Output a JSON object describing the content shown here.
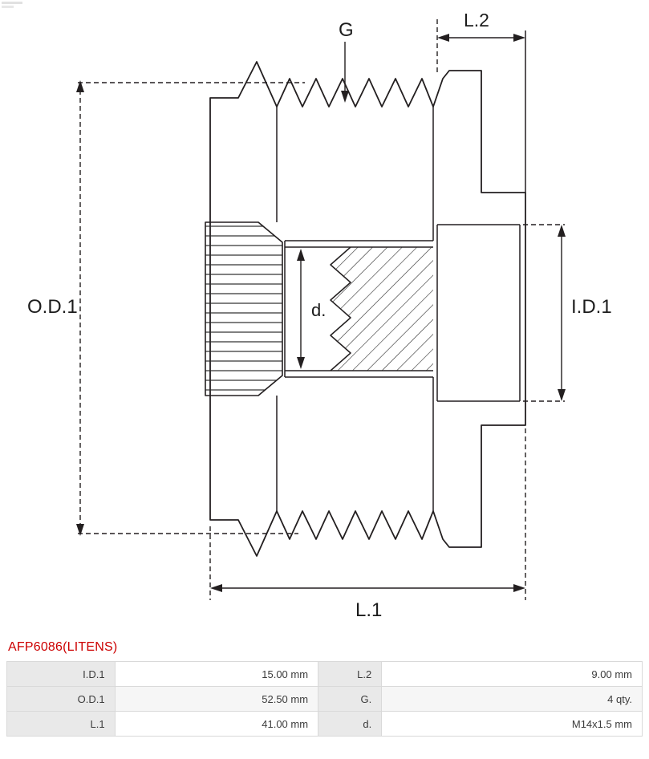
{
  "part": {
    "number": "AFP6086(LITENS)"
  },
  "diagram": {
    "labels": {
      "od1": "O.D.1",
      "id1": "I.D.1",
      "l1": "L.1",
      "l2": "L.2",
      "g": "G",
      "d": "d."
    }
  },
  "specs": {
    "rows": [
      {
        "k1": "I.D.1",
        "v1": "15.00 mm",
        "k2": "L.2",
        "v2": "9.00 mm"
      },
      {
        "k1": "O.D.1",
        "v1": "52.50 mm",
        "k2": "G.",
        "v2": "4 qty."
      },
      {
        "k1": "L.1",
        "v1": "41.00 mm",
        "k2": "d.",
        "v2": "M14x1.5 mm"
      }
    ]
  },
  "colors": {
    "line": "#231f20",
    "accent": "#cc0000"
  }
}
